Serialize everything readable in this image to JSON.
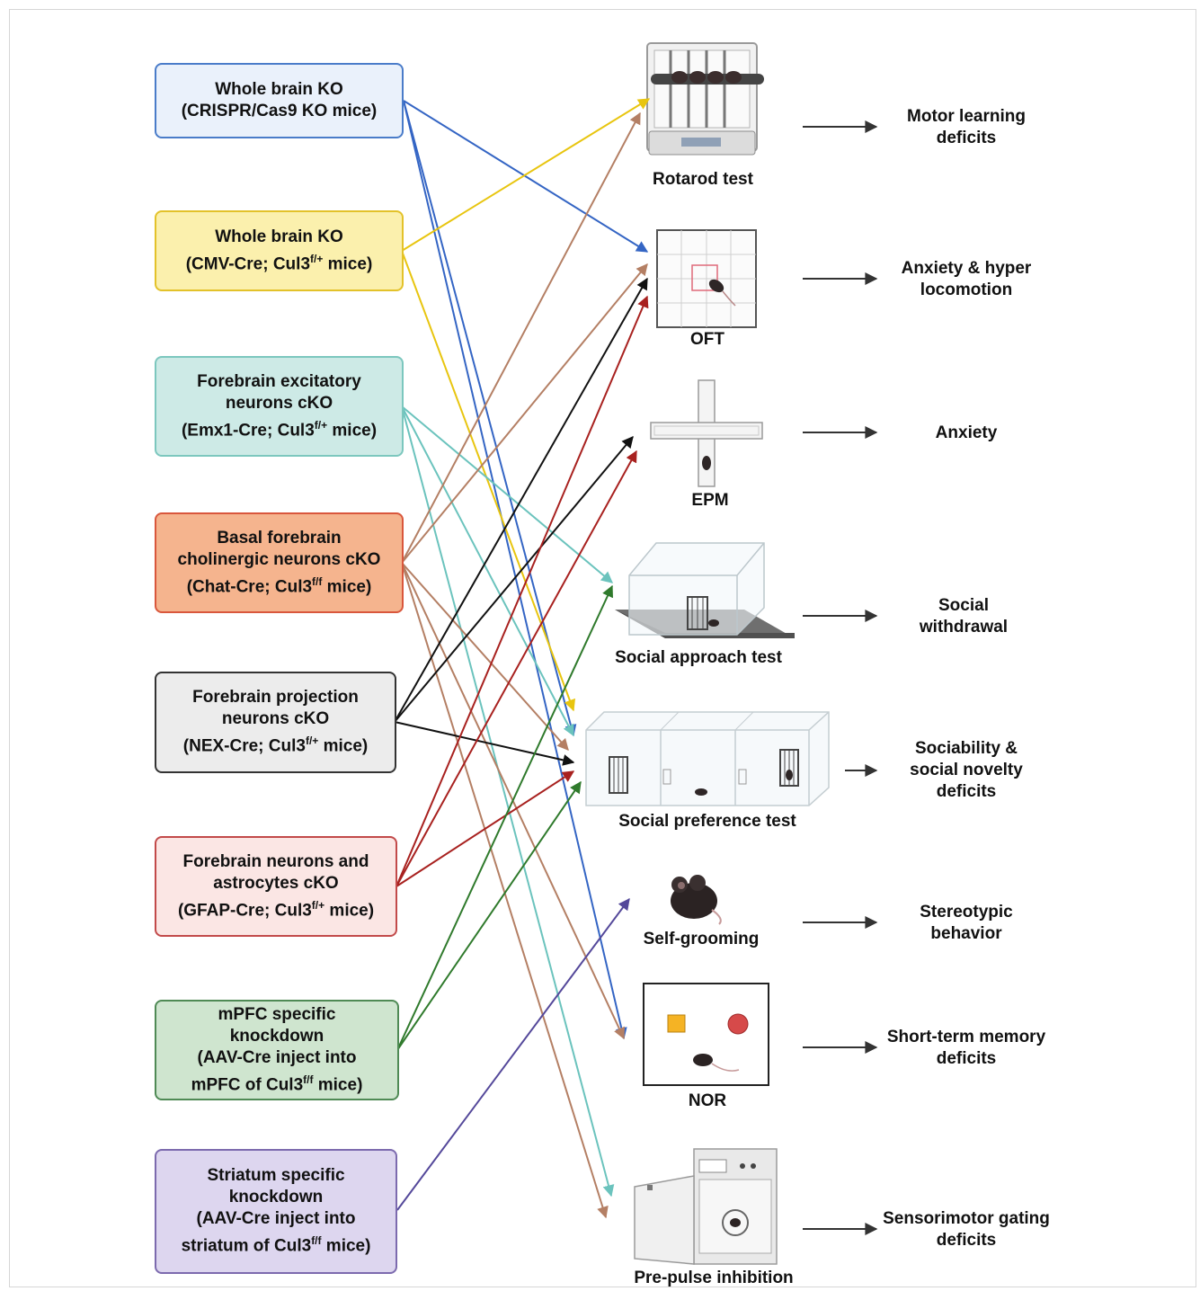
{
  "models": [
    {
      "id": "m1",
      "lines": [
        "Whole brain KO",
        "(CRISPR/Cas9 KO mice)"
      ],
      "fill": "#eaf1fb",
      "border": "#4a7cc9",
      "arrow": "#3465c4"
    },
    {
      "id": "m2",
      "lines": [
        "Whole brain KO",
        "(CMV-Cre; Cul3f/+ mice)"
      ],
      "fill": "#fbf0ad",
      "border": "#e3c22a",
      "arrow": "#e8c50f"
    },
    {
      "id": "m3",
      "lines": [
        "Forebrain excitatory",
        "neurons cKO",
        "(Emx1-Cre; Cul3f/+ mice)"
      ],
      "fill": "#cdeae6",
      "border": "#7cc7be",
      "arrow": "#6bc3bd"
    },
    {
      "id": "m4",
      "lines": [
        "Basal forebrain",
        "cholinergic neurons cKO",
        "(Chat-Cre; Cul3f/f mice)"
      ],
      "fill": "#f5b48e",
      "border": "#d9573c",
      "arrow": "#b47f64"
    },
    {
      "id": "m5",
      "lines": [
        "Forebrain projection",
        "neurons cKO",
        "(NEX-Cre; Cul3f/+ mice)"
      ],
      "fill": "#ececec",
      "border": "#333333",
      "arrow": "#111111"
    },
    {
      "id": "m6",
      "lines": [
        "Forebrain  neurons and",
        "astrocytes cKO",
        "(GFAP-Cre; Cul3f/+ mice)"
      ],
      "fill": "#fbe6e4",
      "border": "#c24a4a",
      "arrow": "#a8211f"
    },
    {
      "id": "m7",
      "lines": [
        "mPFC specific",
        "knockdown",
        "(AAV-Cre inject into",
        "mPFC of Cul3f/f mice)"
      ],
      "fill": "#cfe5cf",
      "border": "#4f8a55",
      "arrow": "#2f7a2c"
    },
    {
      "id": "m8",
      "lines": [
        "Striatum specific",
        "knockdown",
        "(AAV-Cre inject into",
        "striatum of Cul3f/f mice)"
      ],
      "fill": "#ddd6ef",
      "border": "#7c6aae",
      "arrow": "#54489a"
    }
  ],
  "tests": [
    {
      "id": "t1",
      "label": "Rotarod test",
      "icon": "rotarod-icon"
    },
    {
      "id": "t2",
      "label": "OFT",
      "icon": "open-field-icon"
    },
    {
      "id": "t3",
      "label": "EPM",
      "icon": "elevated-plus-maze-icon"
    },
    {
      "id": "t4",
      "label": "Social approach test",
      "icon": "social-approach-arena-icon"
    },
    {
      "id": "t5",
      "label": "Social preference test",
      "icon": "three-chamber-icon"
    },
    {
      "id": "t6",
      "label": "Self-grooming",
      "icon": "mouse-icon"
    },
    {
      "id": "t7",
      "label": "NOR",
      "icon": "novel-object-icon"
    },
    {
      "id": "t8",
      "label": "Pre-pulse inhibition",
      "icon": "startle-chamber-icon"
    }
  ],
  "outcomes": [
    {
      "id": "o1",
      "lines": [
        "Motor learning",
        "deficits"
      ]
    },
    {
      "id": "o2",
      "lines": [
        "Anxiety & hyper",
        "locomotion"
      ]
    },
    {
      "id": "o3",
      "lines": [
        "Anxiety"
      ]
    },
    {
      "id": "o4",
      "lines": [
        "Social",
        "withdrawal"
      ]
    },
    {
      "id": "o5",
      "lines": [
        "Sociability &",
        "social novelty",
        "deficits"
      ]
    },
    {
      "id": "o6",
      "lines": [
        "Stereotypic",
        "behavior"
      ]
    },
    {
      "id": "o7",
      "lines": [
        "Short-term memory",
        "deficits"
      ]
    },
    {
      "id": "o8",
      "lines": [
        "Sensorimotor gating",
        "deficits"
      ]
    }
  ],
  "connections": [
    {
      "from": "m1",
      "to": "t2"
    },
    {
      "from": "m1",
      "to": "t5"
    },
    {
      "from": "m1",
      "to": "t7"
    },
    {
      "from": "m2",
      "to": "t1"
    },
    {
      "from": "m2",
      "to": "t5"
    },
    {
      "from": "m3",
      "to": "t4"
    },
    {
      "from": "m3",
      "to": "t5"
    },
    {
      "from": "m3",
      "to": "t8"
    },
    {
      "from": "m4",
      "to": "t1"
    },
    {
      "from": "m4",
      "to": "t2"
    },
    {
      "from": "m4",
      "to": "t5"
    },
    {
      "from": "m4",
      "to": "t7"
    },
    {
      "from": "m4",
      "to": "t8"
    },
    {
      "from": "m5",
      "to": "t2"
    },
    {
      "from": "m5",
      "to": "t3"
    },
    {
      "from": "m5",
      "to": "t5"
    },
    {
      "from": "m6",
      "to": "t2"
    },
    {
      "from": "m6",
      "to": "t3"
    },
    {
      "from": "m6",
      "to": "t5"
    },
    {
      "from": "m7",
      "to": "t4"
    },
    {
      "from": "m7",
      "to": "t5"
    },
    {
      "from": "m8",
      "to": "t6"
    }
  ]
}
